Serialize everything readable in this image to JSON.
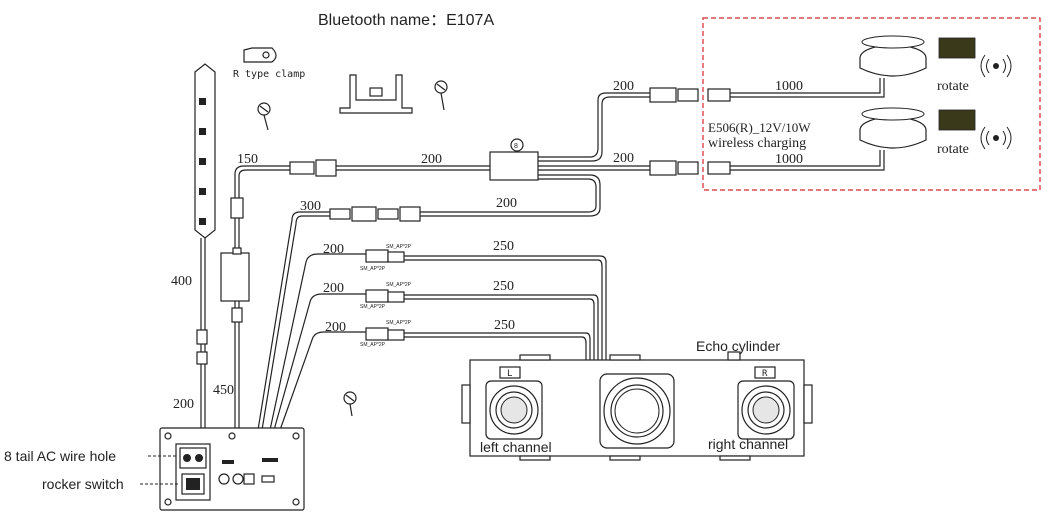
{
  "header": {
    "bluetooth_name": "Bluetooth name：E107A"
  },
  "accessories": {
    "clamp_label": "R type clamp"
  },
  "lengths": {
    "l150": "150",
    "l200_top": "200",
    "l200_mid": "200",
    "l300": "300",
    "l400": "400",
    "l200_low": "200",
    "l450": "450",
    "l200_r1": "200",
    "l1000_r1": "1000",
    "l200_r2": "200",
    "l1000_r2": "1000",
    "l200_c1": "200",
    "l250_c1": "250",
    "l200_c2": "200",
    "l250_c2": "250",
    "l200_c3": "200",
    "l250_c3": "250"
  },
  "connectors": {
    "sm_labels": [
      "SM_AP*2P",
      "SM_AP*2P",
      "SM_AP*2P",
      "SM_AP*2P",
      "SM_AP*2P",
      "SM_AP*2P"
    ],
    "junction_mark": "8"
  },
  "charger": {
    "model": "E506(R)_12V/10W",
    "function": "wireless charging",
    "rotate_1": "rotate",
    "rotate_2": "rotate"
  },
  "speaker": {
    "echo": "Echo cylinder",
    "left": "left channel",
    "right": "right channel",
    "left_mark": "L",
    "right_mark": "R"
  },
  "controller": {
    "ac_hole": "8 tail AC wire hole",
    "rocker": "rocker switch"
  },
  "colors": {
    "line": "#222222",
    "charger_frame": "#d9262c",
    "charger_pad": "#3a3a1a"
  }
}
